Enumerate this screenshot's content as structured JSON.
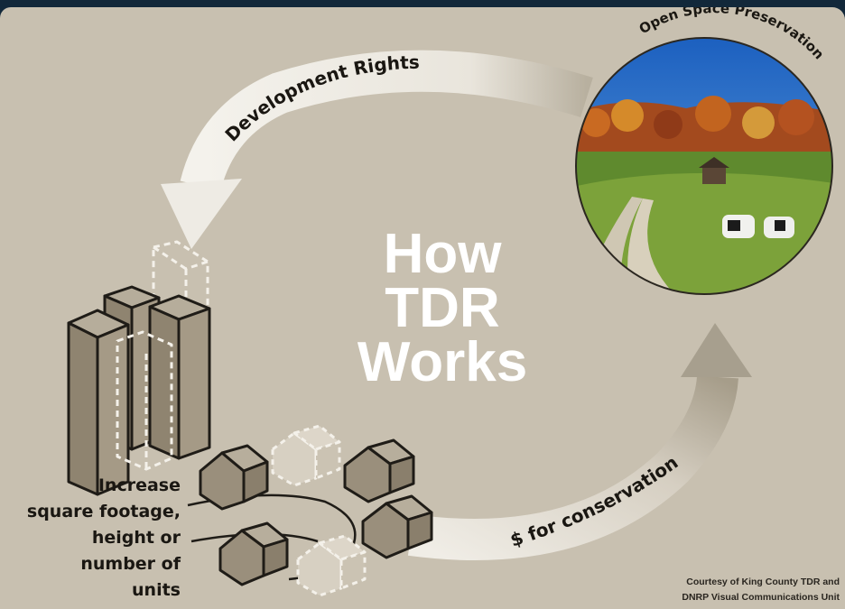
{
  "diagram": {
    "title_lines": [
      "How",
      "TDR",
      "Works"
    ],
    "arrow_top_label": "Development Rights",
    "arrow_bottom_label": "$ for conservation",
    "circle_label": "Open Space Preservation",
    "left_label_lines": [
      "Increase",
      "square footage,",
      "height or",
      "number of",
      "units"
    ],
    "credit_lines": [
      "Courtesy of King County TDR and",
      "DNRP Visual Communications Unit"
    ]
  },
  "colors": {
    "background": "#c8c0b0",
    "arrow": "#e8e4da",
    "building_fill": "#9a8f7c",
    "title": "#ffffff",
    "frame": "#12283a"
  },
  "icons": [
    "up-arrow-icon",
    "down-arrow-icon",
    "building-icon",
    "house-icon",
    "landscape-photo-icon"
  ]
}
